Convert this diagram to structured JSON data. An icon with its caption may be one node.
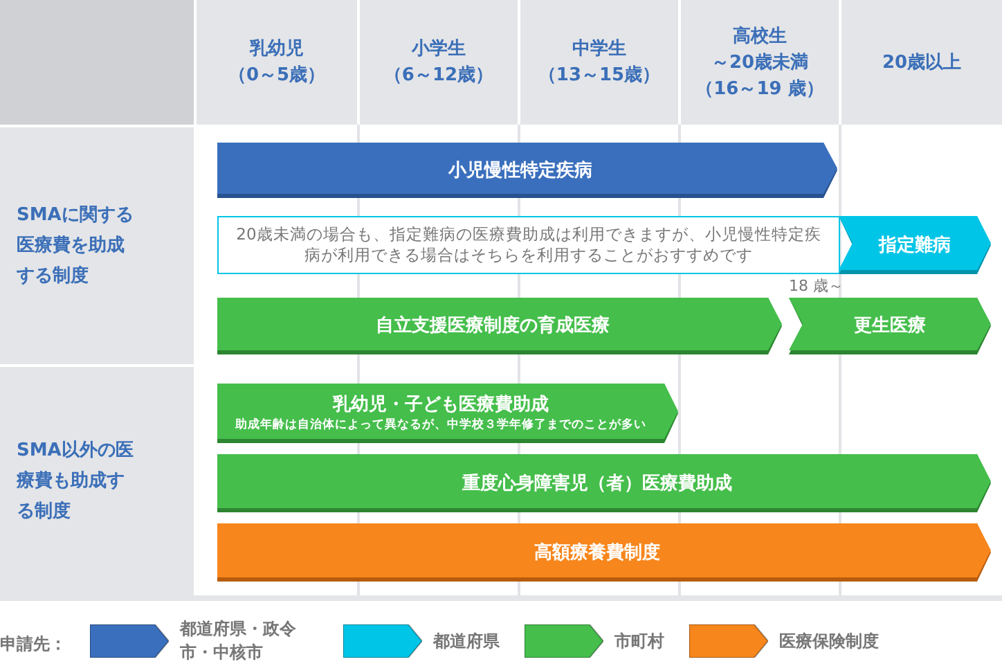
{
  "diagram": {
    "nodes": [
      {
        "text": [
          "乳幼児",
          "（0～5歳）"
        ]
      },
      {
        "text": [
          "小学生",
          "（6～12歳）"
        ]
      },
      {
        "text": [
          "中学生",
          "（13～15歳）"
        ]
      },
      {
        "text": [
          "高校生",
          "～20歳未満",
          "（16～19 歳）"
        ]
      },
      {
        "text": [
          "20歳以上"
        ]
      },
      {
        "text": [
          "SMAに関する医療費を助成する制度"
        ]
      },
      {
        "text": [
          "小児慢性特定疾病"
        ]
      },
      {
        "text": [
          "20歳未満の場合も、指定難病の医療費助成は利用できますが、小児慢性特定疾病が利用できる場合はそちらを利用することがおすすめです"
        ]
      },
      {
        "text": [
          "指定難病"
        ]
      },
      {
        "text": [
          "自立支援医療制度の育成医療"
        ]
      },
      {
        "text": [
          "更生医療"
        ],
        "beside": [
          "18 歳～"
        ]
      },
      {
        "text": [
          "SMA以外の医療費も助成する制度"
        ]
      },
      {
        "text": [
          "乳幼児・子ども医療費助成",
          "助成年齢は自治体によって異なるが、中学校３学年修了までのことが多い"
        ]
      },
      {
        "text": [
          "重度心身障害児（者）医療費助成"
        ]
      },
      {
        "text": [
          "高額療養費制度"
        ]
      }
    ],
    "labels": [
      "申請先："
    ],
    "legend": [
      {
        "text": "都道府県・政令市・中核市",
        "color": "#3a6fbd"
      },
      {
        "text": "都道府県",
        "color": "#00c5e6"
      },
      {
        "text": "市町村",
        "color": "#45be4b"
      },
      {
        "text": "医療保険制度",
        "color": "#f7861c"
      }
    ]
  }
}
